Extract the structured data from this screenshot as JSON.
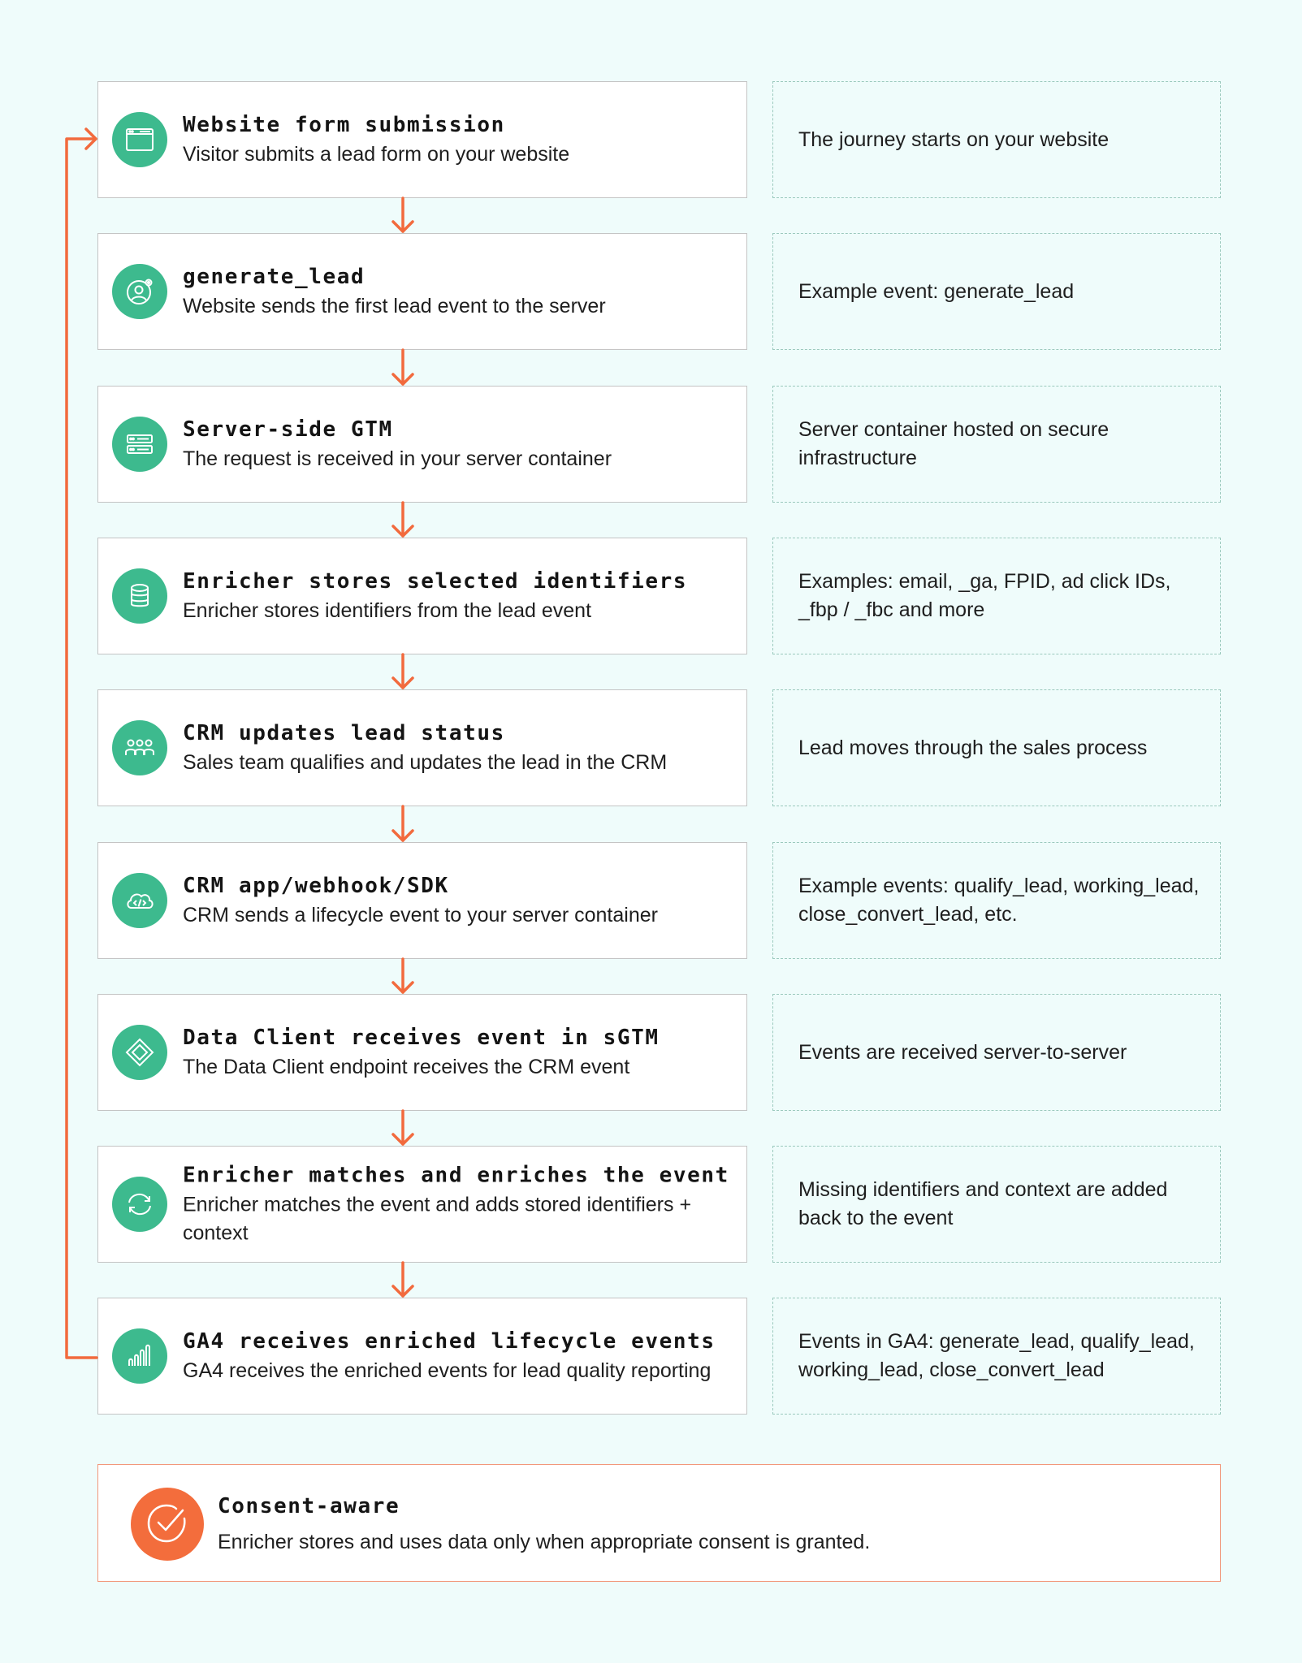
{
  "steps": [
    {
      "title": "Website form submission",
      "desc": "Visitor submits a lead form on your website",
      "note": "The journey starts on your website",
      "icon": "browser-window-icon"
    },
    {
      "title": "generate_lead",
      "desc": "Website sends the first lead event to the server",
      "note": "Example event: generate_lead",
      "icon": "user-gear-icon"
    },
    {
      "title": "Server-side GTM",
      "desc": "The request is received in your server container",
      "note": "Server container hosted on secure infrastructure",
      "icon": "server-rack-icon"
    },
    {
      "title": "Enricher stores selected identifiers",
      "desc": "Enricher stores identifiers from the lead event",
      "note": "Examples: email, _ga, FPID, ad click IDs, _fbp / _fbc and more",
      "icon": "database-icon"
    },
    {
      "title": "CRM updates lead status",
      "desc": "Sales team qualifies and updates the lead in the CRM",
      "note": "Lead moves through the sales process",
      "icon": "team-icon"
    },
    {
      "title": "CRM app/webhook/SDK",
      "desc": "CRM sends a lifecycle event to your server container",
      "note": "Example events: qualify_lead, working_lead, close_convert_lead, etc.",
      "icon": "cloud-code-icon"
    },
    {
      "title": "Data Client receives event in sGTM",
      "desc": "The Data Client endpoint receives the CRM event",
      "note": "Events are received server-to-server",
      "icon": "diamond-icon"
    },
    {
      "title": "Enricher matches and enriches the event",
      "desc": "Enricher matches the event and adds stored identifiers + context",
      "note": "Missing identifiers and context are added back to the event",
      "icon": "refresh-icon"
    },
    {
      "title": "GA4 receives enriched lifecycle events",
      "desc": "GA4 receives the enriched events for lead quality reporting",
      "note": "Events in GA4: generate_lead, qualify_lead, working_lead, close_convert_lead",
      "icon": "bar-chart-icon"
    }
  ],
  "consent": {
    "title": "Consent-aware",
    "desc": "Enricher stores and uses data only when appropriate consent is granted.",
    "icon": "check-circle-icon"
  },
  "colors": {
    "background": "#effcfb",
    "icon_green": "#3dba8e",
    "arrow_orange": "#f26a3d",
    "note_border": "#9bc9bd",
    "consent_border": "#f2977a",
    "consent_icon": "#f36d3c"
  }
}
